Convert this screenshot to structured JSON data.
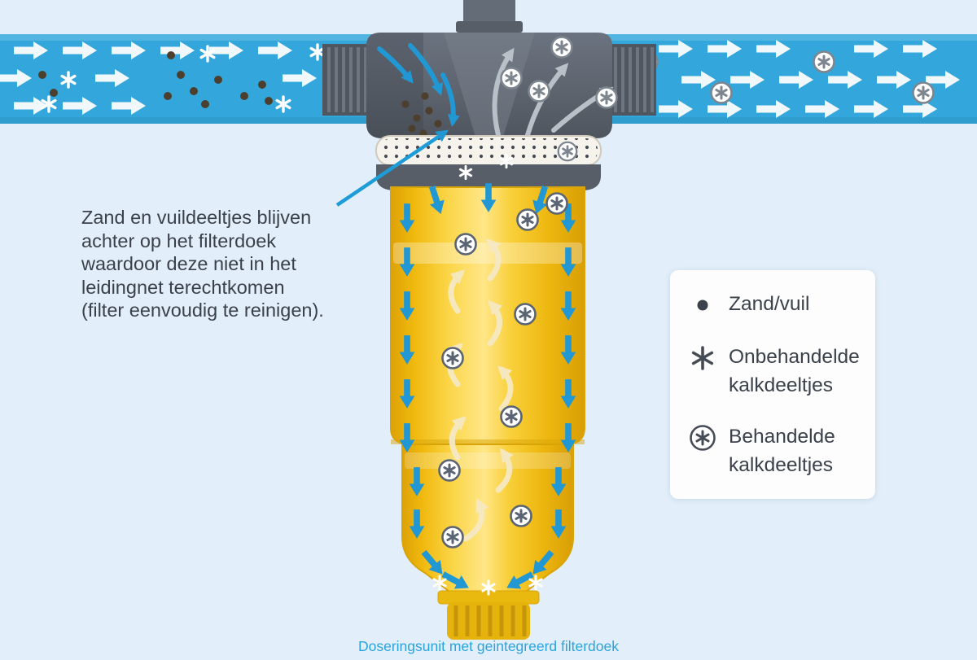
{
  "annotation": {
    "lines": [
      "Zand en vuildeeltjes blijven",
      "achter op het filterdoek",
      "waardoor deze niet in het",
      "leidingnet terechtkomen",
      "(filter eenvoudig te reinigen)."
    ]
  },
  "legend": {
    "items": [
      {
        "icon": "sand-dot-icon",
        "lines": [
          "Zand/vuil"
        ]
      },
      {
        "icon": "untreated-lime-asterisk-icon",
        "lines": [
          "Onbehandelde",
          "kalkdeeltjes"
        ]
      },
      {
        "icon": "treated-lime-circled-asterisk-icon",
        "lines": [
          "Behandelde",
          "kalkdeeltjes"
        ]
      }
    ]
  },
  "caption": {
    "text": "Doseringsunit met geintegreerd filterdoek"
  },
  "colors": {
    "background": "#e2effa",
    "pipe_water": "#33a7dc",
    "flow_arrow_white": "#ffffff",
    "flow_arrow_blue": "#2197d3",
    "flow_arrow_cream": "#f6e9c3",
    "filter_head_gray": "#5d646e",
    "bowl_yellow": "#f6c51d",
    "sand_dot": "#4c3f2e",
    "treated_ring_gray": "#7d858f",
    "text": "#3b414b",
    "caption_blue": "#2aa4dc"
  }
}
